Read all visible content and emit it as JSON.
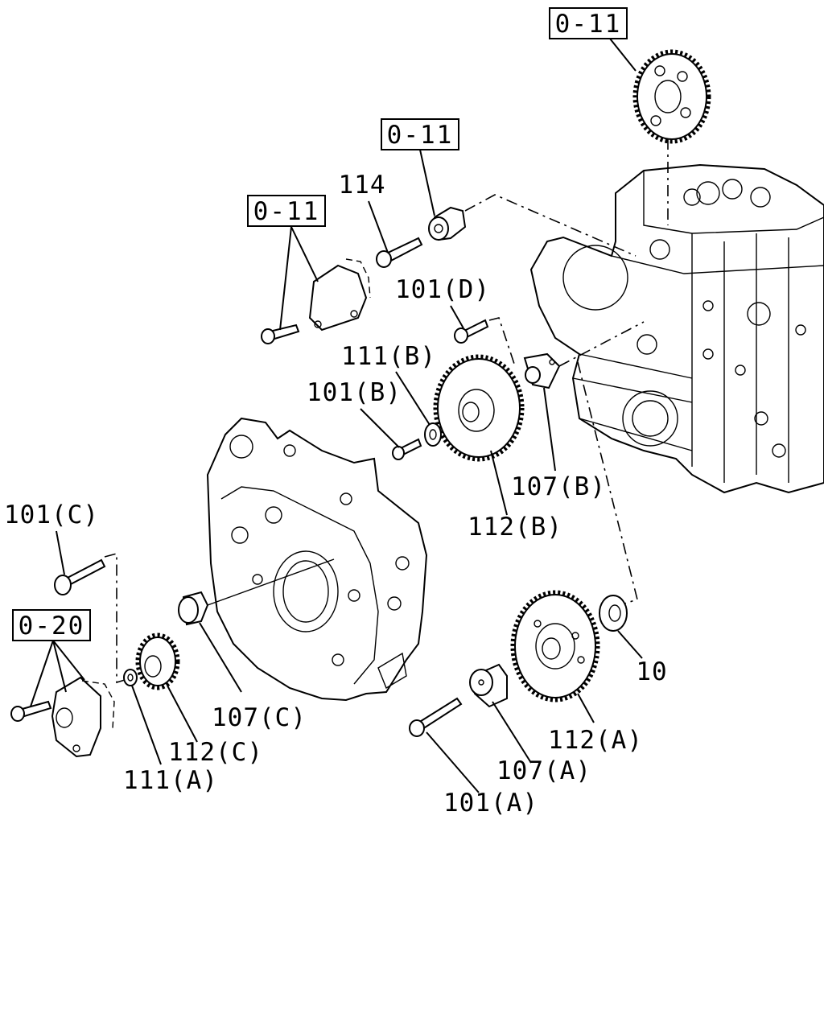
{
  "diagram": {
    "references": [
      {
        "id": "ref-top",
        "text": "0-11"
      },
      {
        "id": "ref-mid",
        "text": "0-11"
      },
      {
        "id": "ref-left",
        "text": "0-11"
      },
      {
        "id": "ref-bottom",
        "text": "0-20"
      }
    ],
    "labels": {
      "p114": "114",
      "p101D": "101(D)",
      "p111B": "111(B)",
      "p101B": "101(B)",
      "p107B": "107(B)",
      "p112B": "112(B)",
      "p101C": "101(C)",
      "p107C": "107(C)",
      "p112C": "112(C)",
      "p111A": "111(A)",
      "p10": "10",
      "p112A": "112(A)",
      "p107A": "107(A)",
      "p101A": "101(A)"
    }
  }
}
